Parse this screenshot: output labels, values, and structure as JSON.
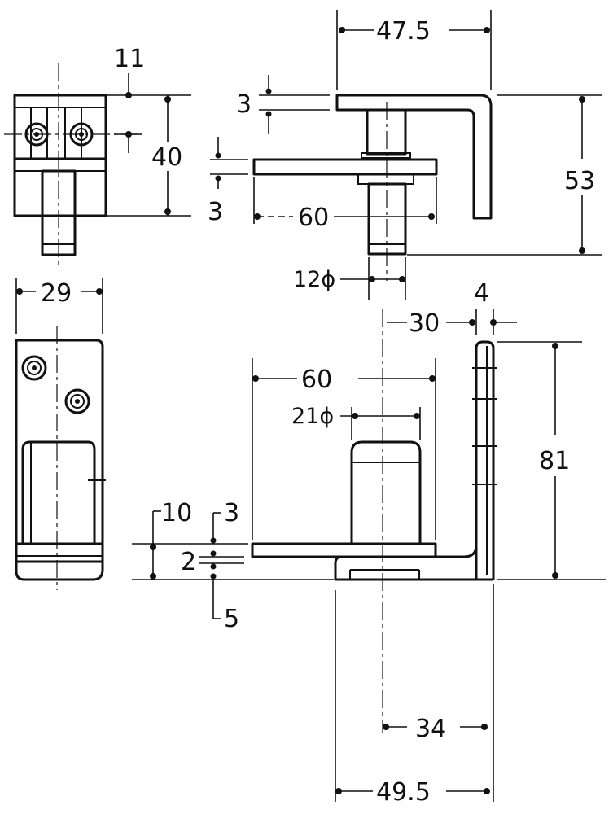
{
  "top_view": {
    "width": "47.5",
    "height": "53",
    "plate_thickness": "3",
    "base_thickness": "3",
    "base_length": "60",
    "pin_diameter": "12ϕ"
  },
  "left_view": {
    "offset": "11",
    "height": "40",
    "width": "29"
  },
  "bottom_view": {
    "offset_30": "30",
    "thickness_4": "4",
    "base_length": "60",
    "boss_diameter": "21ϕ",
    "height": "81",
    "dim_10": "10",
    "dim_3": "3",
    "dim_2": "2",
    "dim_5": "5",
    "dim_34": "34",
    "dim_49_5": "49.5"
  }
}
